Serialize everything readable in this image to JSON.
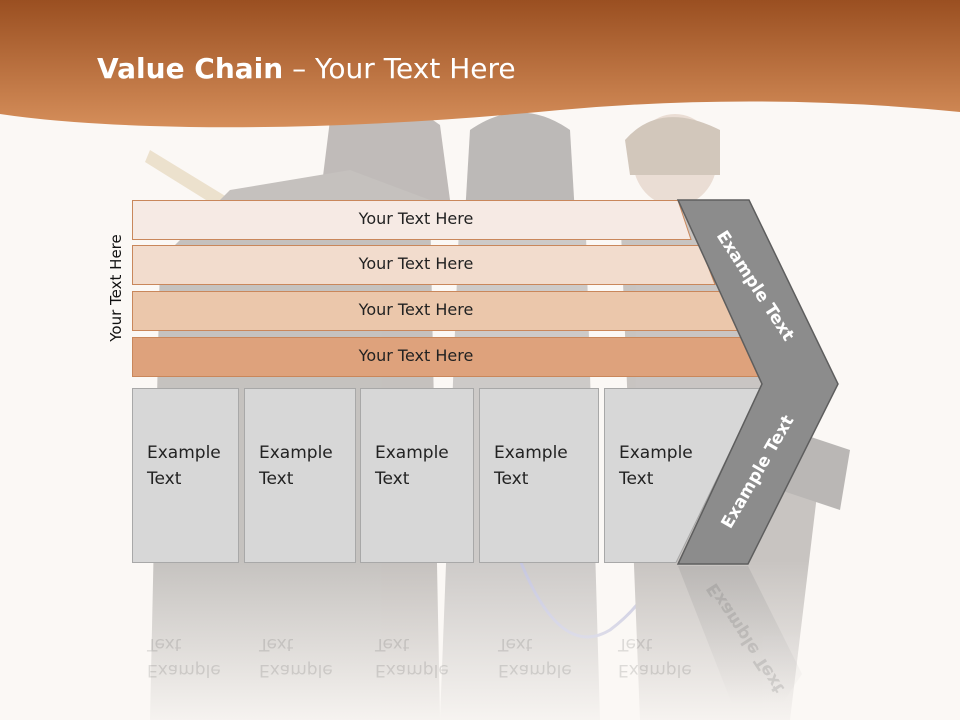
{
  "slide": {
    "title_bold": "Value Chain",
    "title_rest": " – Your Text Here",
    "side_label": "Your Text Here"
  },
  "rows": [
    {
      "label": "Your Text Here",
      "fill": "#f6eae4"
    },
    {
      "label": "Your Text Here",
      "fill": "#f2dccd"
    },
    {
      "label": "Your Text Here",
      "fill": "#ebc7ab"
    },
    {
      "label": "Your Text Here",
      "fill": "#dea27c"
    }
  ],
  "columns": [
    {
      "line1": "Example",
      "line2": "Text"
    },
    {
      "line1": "Example",
      "line2": "Text"
    },
    {
      "line1": "Example",
      "line2": "Text"
    },
    {
      "line1": "Example",
      "line2": "Text"
    },
    {
      "line1": "Example",
      "line2": "Text"
    }
  ],
  "chevron": {
    "upper_label": "Example Text",
    "lower_label": "Example Text",
    "reflected_label": "Example Text"
  },
  "colors": {
    "header_dark": "#9a4f21",
    "header_light": "#d58e5a",
    "row_stroke": "#c9875b",
    "column_fill": "#d7d7d7",
    "column_stroke": "#a8a8a8",
    "chevron_fill": "#8c8c8c",
    "chevron_stroke": "#5e5e5e"
  }
}
